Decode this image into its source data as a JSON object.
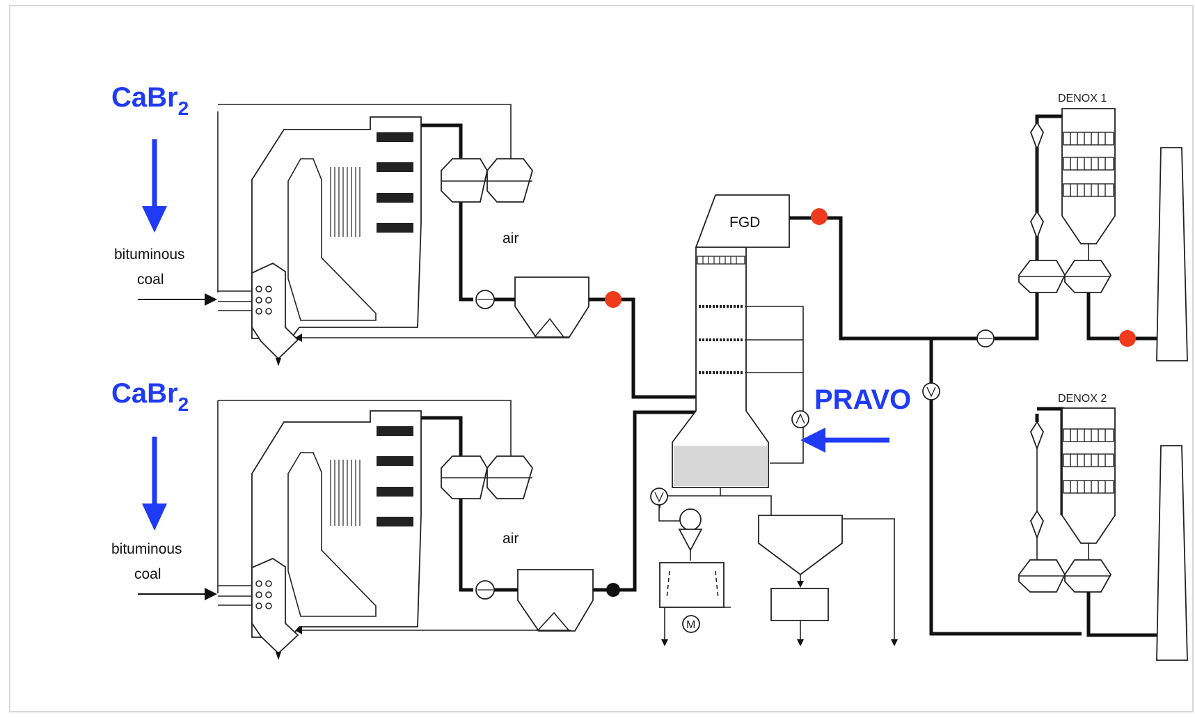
{
  "labels": {
    "additive_top": "CaBr",
    "additive_top_sub": "2",
    "additive_bottom": "CaBr",
    "additive_bottom_sub": "2",
    "fuel_top_line1": "bituminous",
    "fuel_top_line2": "coal",
    "fuel_bottom_line1": "bituminous",
    "fuel_bottom_line2": "coal",
    "air_top": "air",
    "air_bottom": "air",
    "fgd": "FGD",
    "pravo": "PRAVO",
    "denox1": "DENOX 1",
    "denox2": "DENOX 2",
    "motor": "M"
  },
  "colors": {
    "additive_arrow": "#1f3bf5",
    "sample_point_active": "#ef3a1e",
    "sample_point_inactive": "#111111"
  }
}
